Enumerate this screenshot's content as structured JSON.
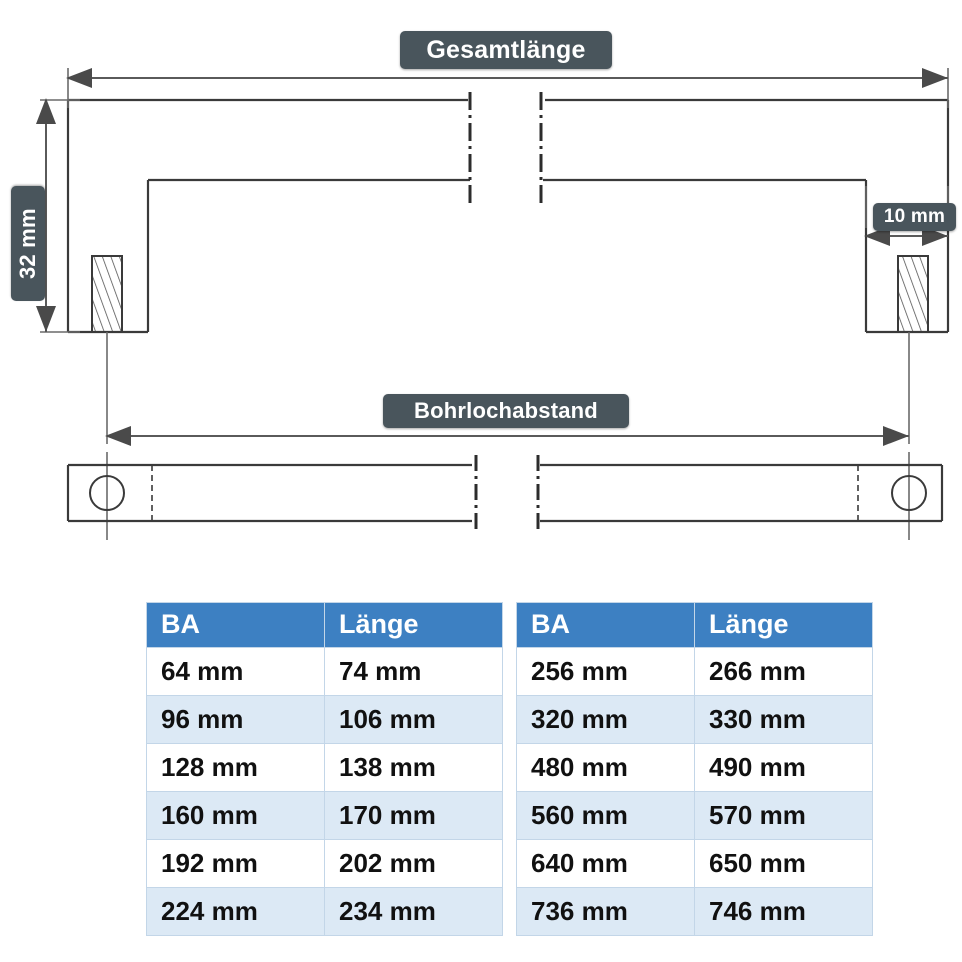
{
  "diagram": {
    "labels": {
      "total_length": "Gesamtlänge",
      "hole_distance": "Bohrlochabstand",
      "height": "32 mm",
      "leg_width": "10 mm"
    }
  },
  "tables": [
    {
      "name": "table-left",
      "headers": [
        "BA",
        "Länge"
      ],
      "rows": [
        [
          "64 mm",
          "74 mm"
        ],
        [
          "96 mm",
          "106 mm"
        ],
        [
          "128 mm",
          "138 mm"
        ],
        [
          "160 mm",
          "170 mm"
        ],
        [
          "192 mm",
          "202 mm"
        ],
        [
          "224 mm",
          "234 mm"
        ]
      ]
    },
    {
      "name": "table-right",
      "headers": [
        "BA",
        "Länge"
      ],
      "rows": [
        [
          "256 mm",
          "266 mm"
        ],
        [
          "320 mm",
          "330 mm"
        ],
        [
          "480 mm",
          "490 mm"
        ],
        [
          "560 mm",
          "570 mm"
        ],
        [
          "640 mm",
          "650 mm"
        ],
        [
          "736 mm",
          "746 mm"
        ]
      ]
    }
  ],
  "colors": {
    "header_blue": "#3d80c2",
    "row_alt_blue": "#dce9f5",
    "badge_slate": "#49555c",
    "line_black": "#3a3a3a"
  }
}
